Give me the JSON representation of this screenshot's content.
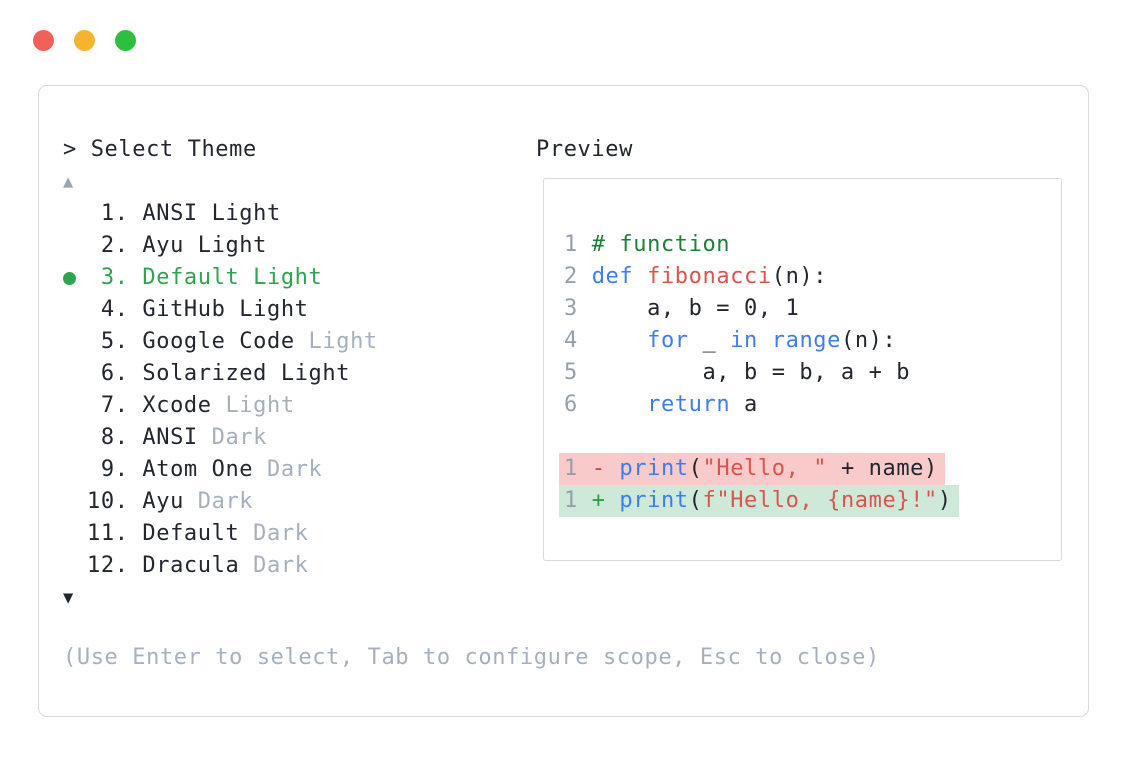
{
  "colors": {
    "traffic-red": "#f2605a",
    "traffic-yellow": "#f4b42e",
    "traffic-green": "#2dc03e",
    "panel-border": "#d5d9e0",
    "text-dark": "#22262e",
    "muted": "#a6b0bd",
    "select-green": "#2ea44f",
    "scroll-up": "#9aa4b3",
    "scroll-down": "#20242c",
    "line-number": "#959fac",
    "keyword-blue": "#3d7df2",
    "token-red": "#dc544e",
    "comment-green": "#1d8039",
    "diff-minus": "#cc4441",
    "diff-plus": "#2b9e4a",
    "diff-red-bg": "#f8caca",
    "diff-green-bg": "#cfe9d9"
  },
  "window": {
    "buttons": [
      {
        "name": "close"
      },
      {
        "name": "minimize"
      },
      {
        "name": "zoom"
      }
    ]
  },
  "theme_picker": {
    "title": "> Select Theme",
    "scroll_up": "▲",
    "scroll_down": "▼",
    "items": [
      {
        "number": " 1.",
        "label": "ANSI Light",
        "muted_suffix": "",
        "selected": false
      },
      {
        "number": " 2.",
        "label": "Ayu Light",
        "muted_suffix": "",
        "selected": false
      },
      {
        "number": " 3.",
        "label": "Default Light",
        "muted_suffix": "",
        "selected": true
      },
      {
        "number": " 4.",
        "label": "GitHub Light",
        "muted_suffix": "",
        "selected": false
      },
      {
        "number": " 5.",
        "label": "Google Code",
        "muted_suffix": "Light",
        "selected": false
      },
      {
        "number": " 6.",
        "label": "Solarized Light",
        "muted_suffix": "",
        "selected": false
      },
      {
        "number": " 7.",
        "label": "Xcode",
        "muted_suffix": "Light",
        "selected": false
      },
      {
        "number": " 8.",
        "label": "ANSI",
        "muted_suffix": "Dark",
        "selected": false
      },
      {
        "number": " 9.",
        "label": "Atom One",
        "muted_suffix": "Dark",
        "selected": false
      },
      {
        "number": "10.",
        "label": "Ayu",
        "muted_suffix": "Dark",
        "selected": false
      },
      {
        "number": "11.",
        "label": "Default",
        "muted_suffix": "Dark",
        "selected": false
      },
      {
        "number": "12.",
        "label": "Dracula",
        "muted_suffix": "Dark",
        "selected": false
      }
    ],
    "hint": "(Use Enter to select, Tab to configure scope, Esc to close)"
  },
  "preview": {
    "label": "Preview",
    "code_lines": [
      {
        "num": "1",
        "bg": "",
        "tokens": [
          [
            "# function",
            "comment"
          ]
        ]
      },
      {
        "num": "2",
        "bg": "",
        "tokens": [
          [
            "def",
            "keyword"
          ],
          [
            " ",
            "plain"
          ],
          [
            "fibonacci",
            "red"
          ],
          [
            "(n):",
            "plain"
          ]
        ]
      },
      {
        "num": "3",
        "bg": "",
        "tokens": [
          [
            "    a, b = 0, 1",
            "plain"
          ]
        ]
      },
      {
        "num": "4",
        "bg": "",
        "tokens": [
          [
            "    ",
            "plain"
          ],
          [
            "for",
            "keyword"
          ],
          [
            " _ ",
            "plain"
          ],
          [
            "in",
            "keyword"
          ],
          [
            " ",
            "plain"
          ],
          [
            "range",
            "keyword"
          ],
          [
            "(n):",
            "plain"
          ]
        ]
      },
      {
        "num": "5",
        "bg": "",
        "tokens": [
          [
            "        a, b = b, a + b",
            "plain"
          ]
        ]
      },
      {
        "num": "6",
        "bg": "",
        "tokens": [
          [
            "    ",
            "plain"
          ],
          [
            "return",
            "keyword"
          ],
          [
            " a",
            "plain"
          ]
        ]
      },
      {
        "num": "",
        "bg": "",
        "tokens": []
      },
      {
        "num": "1",
        "bg": "removed",
        "tokens": [
          [
            "- ",
            "minus"
          ],
          [
            "print",
            "keyword"
          ],
          [
            "(",
            "plain"
          ],
          [
            "\"Hello, \"",
            "red"
          ],
          [
            " + name)",
            "plain"
          ]
        ]
      },
      {
        "num": "1",
        "bg": "added",
        "tokens": [
          [
            "+ ",
            "plus"
          ],
          [
            "print",
            "keyword"
          ],
          [
            "(",
            "plain"
          ],
          [
            "f\"Hello, {name}!\"",
            "red"
          ],
          [
            ")",
            "plain"
          ]
        ]
      }
    ]
  }
}
